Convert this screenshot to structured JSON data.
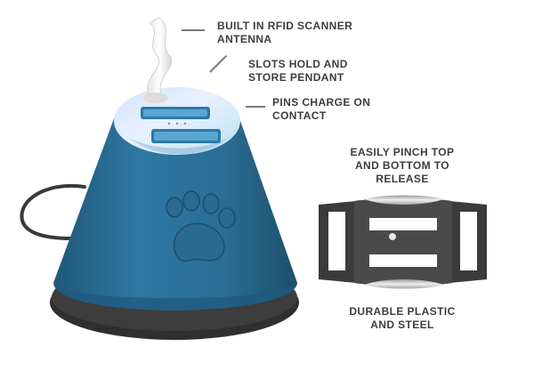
{
  "callouts": {
    "antenna": {
      "line1": "BUILT IN RFID SCANNER",
      "line2": "ANTENNA"
    },
    "slots": {
      "line1": "SLOTS HOLD AND",
      "line2": "STORE PENDANT"
    },
    "pins": {
      "line1": "PINS CHARGE ON",
      "line2": "CONTACT"
    },
    "buckle_instruction": {
      "line1": "EASILY PINCH TOP",
      "line2": "AND BOTTOM TO",
      "line3": "RELEASE"
    },
    "material": {
      "line1": "DURABLE PLASTIC",
      "line2": "AND STEEL"
    }
  },
  "colors": {
    "device_blue": "#2b6e97",
    "device_dark": "#1f4f6c",
    "base_gray": "#3b3b3b",
    "buckle_gray": "#4a4a4a",
    "steel": "#c9c9c9",
    "text": "#3d3d3d"
  },
  "icons": [
    "paw-print-icon",
    "rfid-antenna-icon",
    "buckle-clip-icon"
  ]
}
